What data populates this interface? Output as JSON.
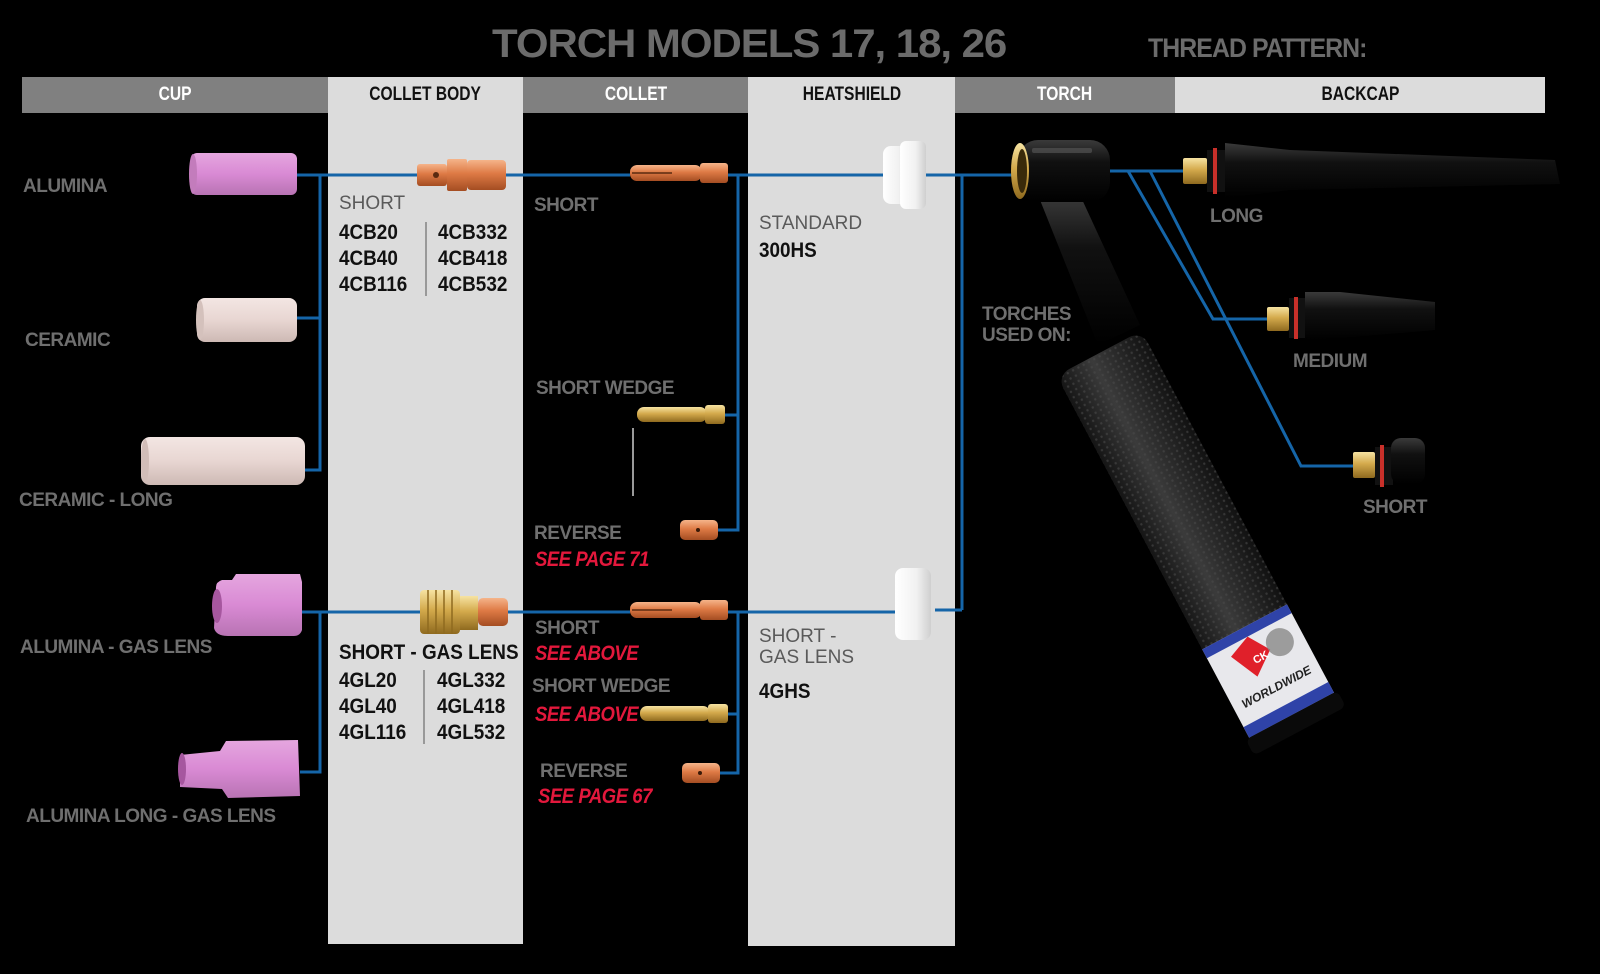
{
  "title": "TORCH MODELS 17, 18, 26",
  "subtitle": "THREAD PATTERN:",
  "colors": {
    "background": "#000000",
    "header_dark": "#808080",
    "header_light": "#dcdcdc",
    "panel": "#dcdcdc",
    "connector": "#1565a8",
    "accent_red": "#e3183c",
    "label_gray": "#6f6f6f"
  },
  "headers": [
    {
      "label": "CUP"
    },
    {
      "label": "COLLET BODY"
    },
    {
      "label": "COLLET"
    },
    {
      "label": "HEATSHIELD"
    },
    {
      "label": "TORCH"
    },
    {
      "label": "BACKCAP"
    }
  ],
  "cups": [
    {
      "label": "ALUMINA",
      "icon": "alumina-cup-icon"
    },
    {
      "label": "CERAMIC",
      "icon": "ceramic-cup-icon"
    },
    {
      "label": "CERAMIC - LONG",
      "icon": "ceramic-long-cup-icon"
    },
    {
      "label": "ALUMINA - GAS LENS",
      "icon": "alumina-gas-lens-cup-icon"
    },
    {
      "label": "ALUMINA LONG - GAS LENS",
      "icon": "alumina-long-gas-lens-cup-icon"
    }
  ],
  "collet_body": {
    "short": {
      "label": "SHORT",
      "codes_left": [
        "4CB20",
        "4CB40",
        "4CB116"
      ],
      "codes_right": [
        "4CB332",
        "4CB418",
        "4CB532"
      ]
    },
    "gas_lens": {
      "label": "SHORT - GAS LENS",
      "codes_left": [
        "4GL20",
        "4GL40",
        "4GL116"
      ],
      "codes_right": [
        "4GL332",
        "4GL418",
        "4GL532"
      ]
    }
  },
  "collets": {
    "upper": [
      {
        "label": "SHORT"
      },
      {
        "label": "SHORT WEDGE"
      },
      {
        "label": "REVERSE",
        "note": "SEE PAGE 71"
      }
    ],
    "lower": [
      {
        "label": "SHORT",
        "note": "SEE ABOVE"
      },
      {
        "label": "SHORT WEDGE",
        "note": "SEE ABOVE"
      },
      {
        "label": "REVERSE",
        "note": "SEE PAGE 67"
      }
    ]
  },
  "heatshields": [
    {
      "label": "STANDARD",
      "code": "300HS"
    },
    {
      "label_line1": "SHORT -",
      "label_line2": "GAS LENS",
      "code": "4GHS"
    }
  ],
  "torch": {
    "label_line1": "TORCHES",
    "label_line2": "USED ON:",
    "brand": "CK WORLDWIDE"
  },
  "backcaps": [
    {
      "label": "LONG"
    },
    {
      "label": "MEDIUM"
    },
    {
      "label": "SHORT"
    }
  ]
}
